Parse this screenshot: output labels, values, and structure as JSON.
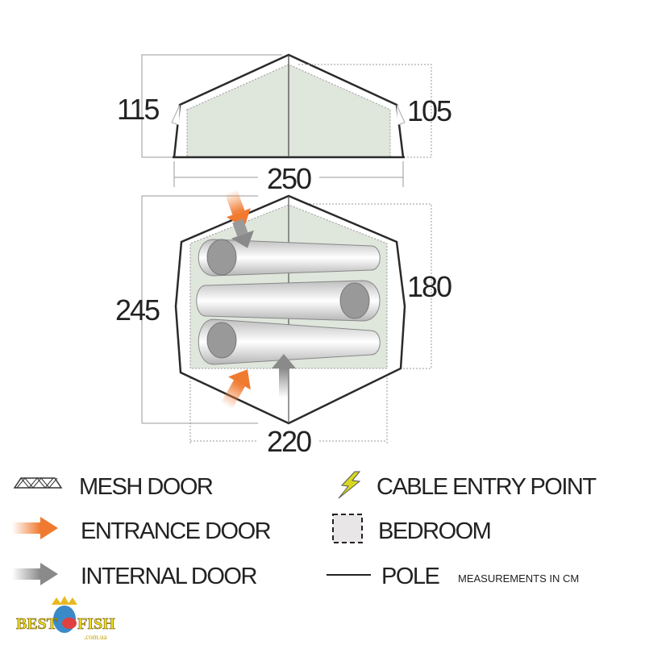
{
  "dimensions": {
    "left_height": "115",
    "right_height": "105",
    "width": "250",
    "length": "245",
    "bedroom_length": "180",
    "bedroom_width": "220"
  },
  "legend": {
    "mesh_door": "MESH DOOR",
    "entrance_door": "ENTRANCE DOOR",
    "internal_door": "INTERNAL DOOR",
    "cable_entry": "CABLE ENTRY POINT",
    "bedroom": "BEDROOM",
    "pole": "POLE",
    "measurements_note": "MEASUREMENTS IN CM"
  },
  "watermark": {
    "text": "BEST FISH",
    "domain": ".com.ua"
  },
  "colors": {
    "outline": "#2a2a2a",
    "bedroom_fill": "#dfe6dc",
    "entrance_arrow": "#f07a30",
    "internal_arrow": "#8a8a8a",
    "cable_bolt": "#d8d820"
  }
}
